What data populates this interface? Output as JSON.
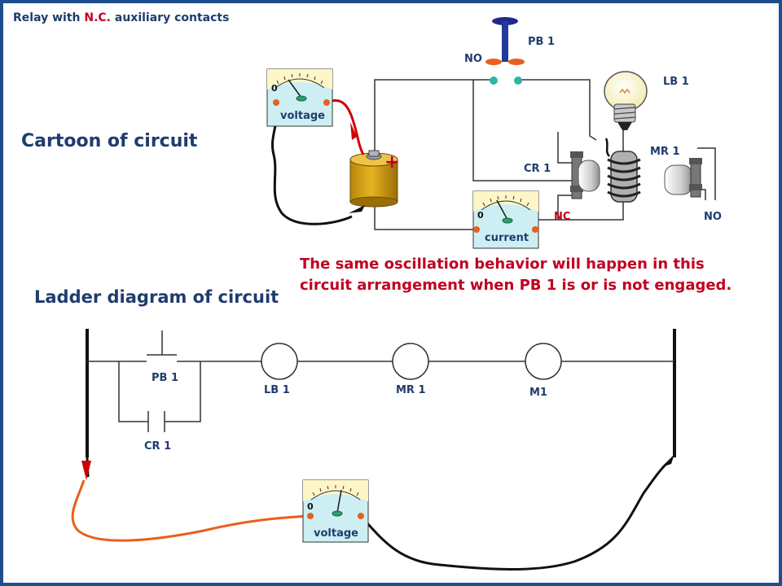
{
  "slide": {
    "header_prefix": "Relay with ",
    "header_highlight": "N.C.",
    "header_suffix": " auxiliary contacts",
    "cartoon_title": "Cartoon of circuit",
    "ladder_title": "Ladder diagram of circuit",
    "note_line1": "The same oscillation behavior will happen in this",
    "note_line2": "circuit arrangement when PB 1 is or is not engaged.",
    "colors": {
      "navy": "#1f3c6e",
      "red": "#c00020",
      "border": "#1f4e8c"
    }
  },
  "cartoon": {
    "pb_label": "PB 1",
    "no_label": "NO",
    "lb_label": "LB 1",
    "mr_label": "MR 1",
    "cr_label": "CR 1",
    "nc_label": "NC",
    "no2_label": "NO",
    "battery_sign": "+",
    "voltmeter": {
      "label": "voltage",
      "zero": "0"
    },
    "ammeter": {
      "label": "current",
      "zero": "0"
    }
  },
  "ladder": {
    "pb_label": "PB 1",
    "cr_label": "CR 1",
    "lb_label": "LB 1",
    "mr_label": "MR 1",
    "m_label": "M1",
    "voltmeter": {
      "label": "voltage",
      "zero": "0"
    }
  }
}
